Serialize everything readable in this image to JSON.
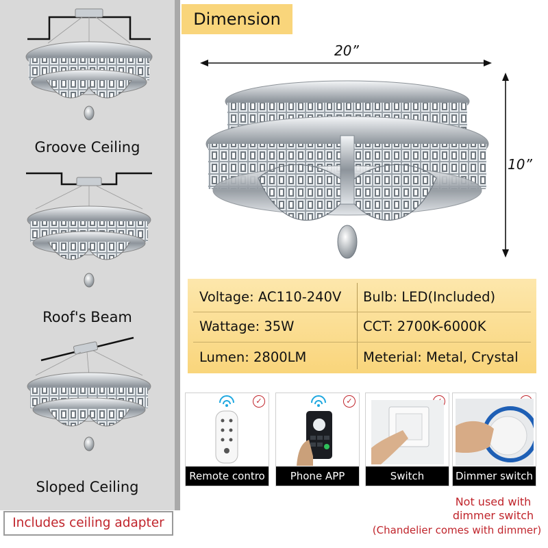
{
  "mounting": {
    "groove_label": "Groove Ceiling",
    "beam_label": "Roof's Beam",
    "sloped_label": "Sloped Ceiling",
    "adapter_note": "Includes ceiling adapter"
  },
  "dimension": {
    "heading": "Dimension",
    "width": "20”",
    "height": "10”"
  },
  "specs": {
    "voltage": "Voltage: AC110-240V",
    "bulb": "Bulb: LED(Included)",
    "wattage": "Wattage: 35W",
    "cct": "CCT: 2700K-6000K",
    "lumen": "Lumen: 2800LM",
    "material": "Meterial: Metal, Crystal"
  },
  "controls": [
    {
      "label": "Remote contro",
      "supported": true,
      "mark": "✓"
    },
    {
      "label": "Phone APP",
      "supported": true,
      "mark": "✓"
    },
    {
      "label": "Switch",
      "supported": true,
      "mark": "✓"
    },
    {
      "label": "Dimmer switch",
      "supported": false,
      "mark": "✕"
    }
  ],
  "dimmer_note": {
    "line1": "Not used with",
    "line2": "dimmer switch",
    "line3": "(Chandelier comes with dimmer)"
  },
  "colors": {
    "accent_yellow": "#f9d57b",
    "warning_red": "#c0242b",
    "panel_gray": "#d9d9d9"
  }
}
